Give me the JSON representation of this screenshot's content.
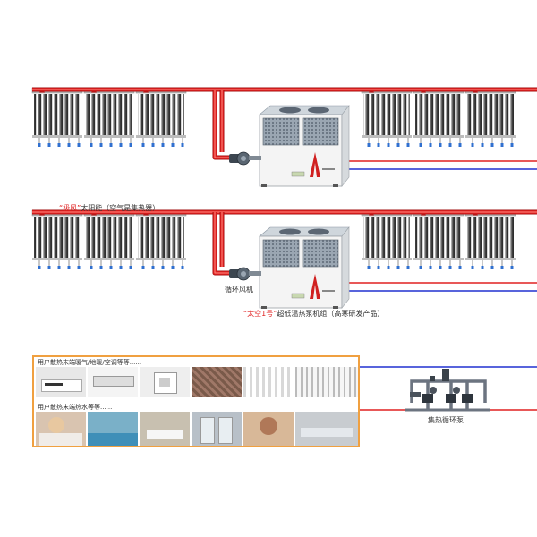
{
  "labels": {
    "solar_air_collector_red": "“极风”",
    "solar_air_collector_rest": "太阳能（空气是集热器）",
    "circulation_fan": "循环风机",
    "heat_pump_red": "“太空1号”",
    "heat_pump_rest": "超低温热泵机组（高寒研发产品）",
    "collector_pump": "集热循环泵",
    "panel_heating": "用户散热末端暖气/地暖/空调等等......",
    "panel_hot_water": "用户散热末端热水等等......"
  },
  "colors": {
    "supply_pipe": "#e02020",
    "return_pipe": "#2030d0",
    "panel_border": "#f0a040",
    "heat_pump_logo": "#d02020"
  },
  "icons": [
    "solar-collector-icon",
    "heat-pump-unit-icon",
    "circulation-fan-icon",
    "pump-station-icon"
  ]
}
